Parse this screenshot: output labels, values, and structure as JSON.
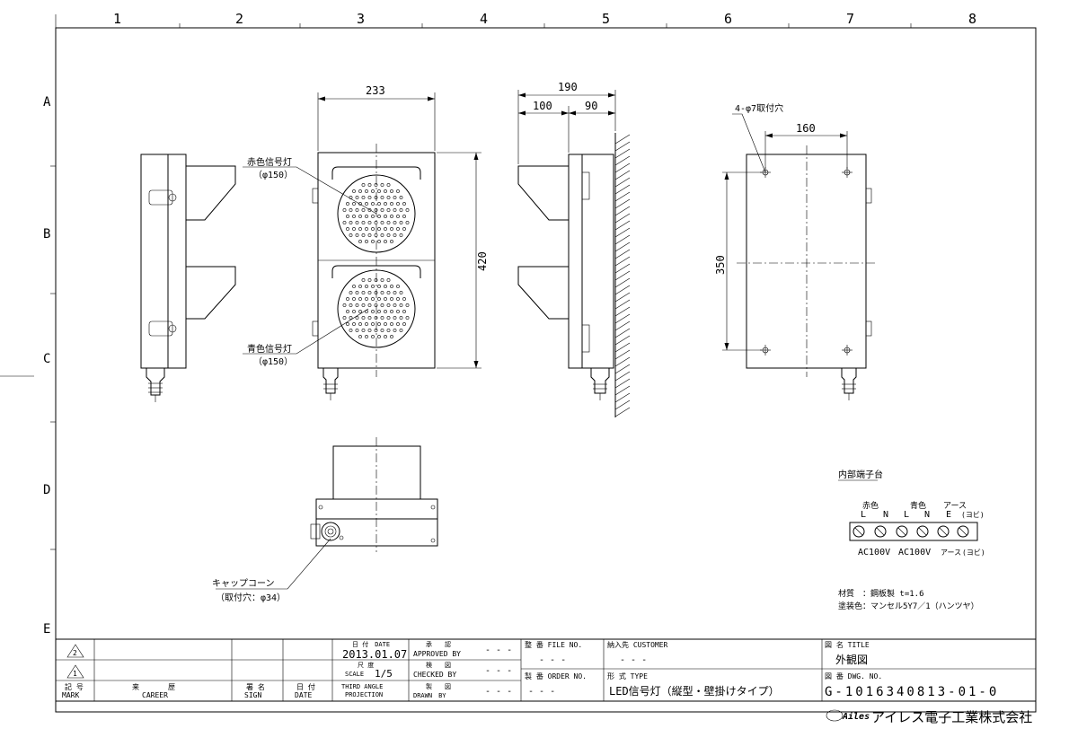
{
  "border": {
    "columns": [
      "1",
      "2",
      "3",
      "4",
      "5",
      "6",
      "7",
      "8"
    ],
    "rows": [
      "A",
      "B",
      "C",
      "D",
      "E"
    ]
  },
  "dimensions": {
    "front_width": "233",
    "front_height": "420",
    "side_total": "190",
    "side_a": "100",
    "side_b": "90",
    "rear_holes": "4-φ7取付穴",
    "rear_width": "160",
    "rear_height": "350"
  },
  "callouts": {
    "red_lamp": "赤色信号灯",
    "red_lamp_dia": "（φ150）",
    "green_lamp": "青色信号灯",
    "green_lamp_dia": "（φ150）",
    "cap_cone": "キャップコーン",
    "cap_cone_hole": "（取付穴：φ34）"
  },
  "terminal": {
    "title": "内部端子台",
    "group_top": [
      "赤色",
      "青色",
      "アース"
    ],
    "pins_top": [
      "L",
      "N",
      "L",
      "N",
      "E",
      "(ヨビ)"
    ],
    "bottom": [
      "AC100V",
      "AC100V",
      "アース",
      "(ヨビ)"
    ]
  },
  "notes": {
    "material": "材質　：鋼板製 t=1.6",
    "paint": "塗装色：マンセル5Y7／1（ハンツヤ）"
  },
  "title_block": {
    "rev2_mark": "2",
    "rev1_mark": "1",
    "mark_label": "記 号",
    "mark_label_en": "MARK",
    "career_label": "来　　　　歴",
    "career_label_en": "CAREER",
    "sign_label": "署 名",
    "sign_label_en": "SIGN",
    "date_label": "日 付",
    "date_label_en": "DATE",
    "date_head": "日 付　DATE",
    "date_value": "2013.01.07",
    "scale_head": "尺 度",
    "scale_label": "SCALE",
    "scale_value": "1/5",
    "projection_1": "THIRD ANGLE",
    "projection_2": "PROJECTION",
    "approved_head": "承　　認",
    "approved_label": "APPROVED BY",
    "approved_value": "- - -",
    "checked_head": "検　　図",
    "checked_label": "CHECKED BY",
    "checked_value": "- - -",
    "drawn_head": "製　　図",
    "drawn_label": "DRAWN　BY",
    "drawn_value": "- - -",
    "file_label": "整 番 FILE NO.",
    "file_value": "- - -",
    "order_label": "製 番 ORDER NO.",
    "order_value": "- - -",
    "customer_label": "納入先 CUSTOMER",
    "customer_value": "- - -",
    "type_label": "形 式 TYPE",
    "type_value": "LED信号灯（縦型・壁掛けタイプ）",
    "title_label": "図 名 TITLE",
    "title_value": "外観図",
    "dwg_label": "図 番 DWG. NO.",
    "dwg_value": "G-1016340813-01-0",
    "company_logo": "Ailes",
    "company": "アイレス電子工業株式会社"
  }
}
